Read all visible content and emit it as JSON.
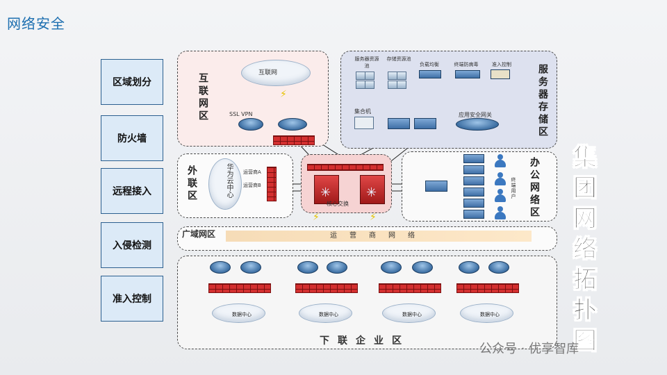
{
  "title": "网络安全",
  "left_buttons": [
    "区域划分",
    "防火墙",
    "远程接入",
    "入侵检测",
    "准入控制"
  ],
  "zones": {
    "internet": "互联网区",
    "server_storage": "服务器存储区",
    "external": "外联区",
    "office": "办公网络区",
    "wan": "广域网区",
    "subordinate": "下联企业区"
  },
  "internet_cloud": "互联网",
  "ssl_vpn": "SSL VPN",
  "top_devices": [
    "服务器资源池",
    "存储资源池",
    "负载均衡",
    "终端防病毒",
    "准入控制"
  ],
  "host_label": "集合机",
  "app_gateway": "应用安全网关",
  "huawei_cloud": "华为云中心",
  "operator_a": "运营商A",
  "operator_b": "运营商B",
  "core_switch": "核心交换",
  "terminal_users": "终端用户",
  "operator_net": "运营商网络",
  "data_center": "数据中心",
  "big_title": [
    "集",
    "团",
    "网",
    "络",
    "拓",
    "扑",
    "图"
  ],
  "watermark": "公众号 · 优享智库"
}
